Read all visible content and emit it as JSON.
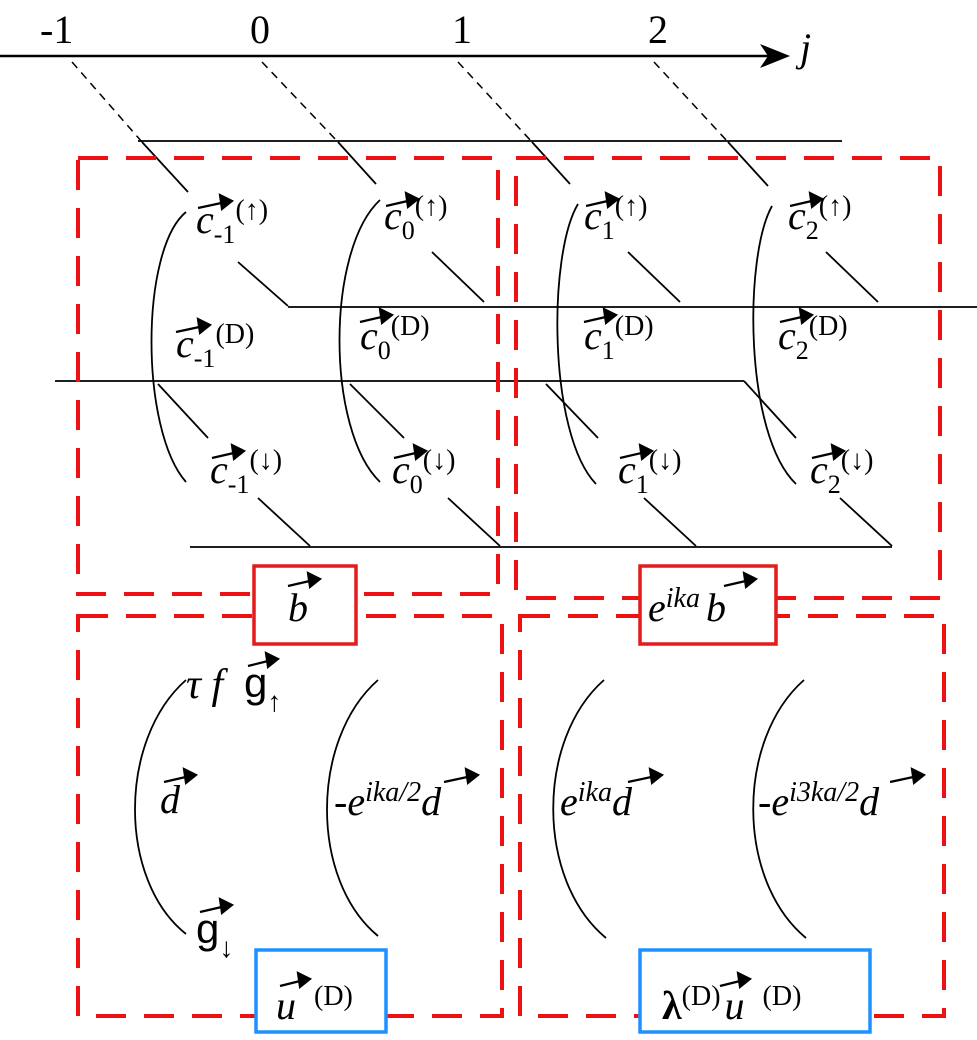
{
  "axis": {
    "ticks": [
      "-1",
      "0",
      "1",
      "2"
    ],
    "label": "j"
  },
  "sites": [
    {
      "index": "-1",
      "up": "(↑)",
      "dot": "(D)",
      "down": "(↓)"
    },
    {
      "index": "0",
      "up": "(↑)",
      "dot": "(D)",
      "down": "(↓)"
    },
    {
      "index": "1",
      "up": "(↑)",
      "dot": "(D)",
      "down": "(↓)"
    },
    {
      "index": "2",
      "up": "(↑)",
      "dot": "(D)",
      "down": "(↓)"
    }
  ],
  "symbols": {
    "c": "c",
    "d": "d",
    "g": "g",
    "tau_f": "τ f",
    "up_arrow": "↑",
    "down_arrow": "↓"
  },
  "vector_d": {
    "col0": {
      "prefix": "",
      "exp": ""
    },
    "col1": {
      "prefix": "-e",
      "exp": "ika/2"
    },
    "col2": {
      "prefix": "e",
      "exp": "ika"
    },
    "col3": {
      "prefix": "-e",
      "exp": "i3ka/2"
    }
  },
  "boxes": {
    "b": {
      "text": "b"
    },
    "eb": {
      "prefix": "e",
      "exp": "ika",
      "vec": "b"
    },
    "u": {
      "vec": "u",
      "sup": "(D)"
    },
    "lambda_u": {
      "lambda": "λ",
      "lambda_sup": "(D)",
      "vec": "u",
      "sup": "(D)"
    }
  },
  "colors": {
    "dashed_box": "#ee1111",
    "red_label_box": "#e31b1b",
    "blue_label_box": "#1e90ff",
    "lines": "#000000"
  }
}
